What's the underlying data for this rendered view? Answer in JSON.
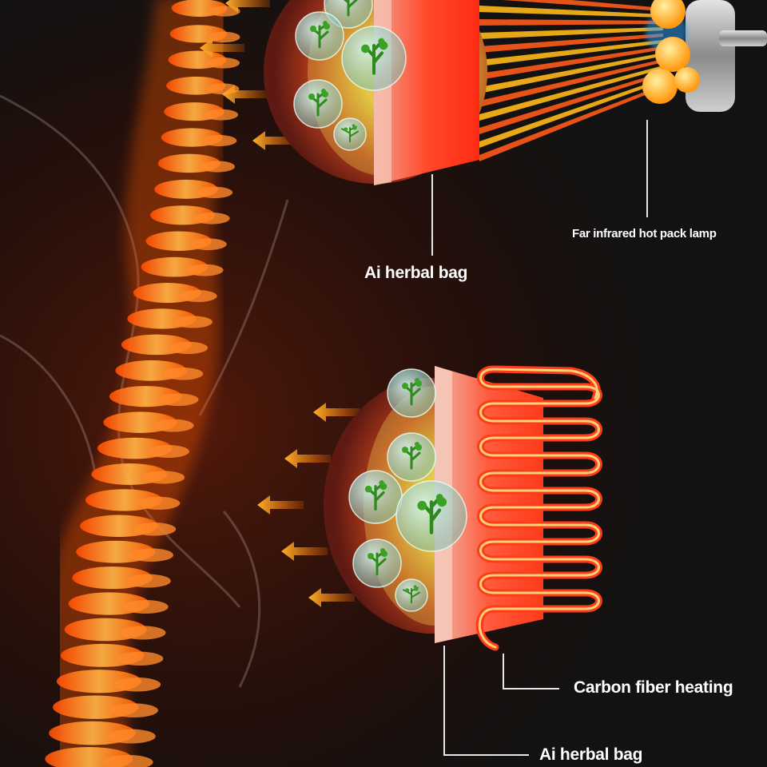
{
  "labels": {
    "lamp": "Far infrared hot pack lamp",
    "herbal_bag_top": "Ai herbal bag",
    "carbon_fiber": "Carbon fiber heating",
    "herbal_bag_bottom": "Ai herbal bag"
  },
  "colors": {
    "background": "#121212",
    "spine_glow": "#ff6a00",
    "heat_red": "#ff3b1a",
    "lamp_yellow": "#ffc21a",
    "herb_green": "#2f8a1e",
    "arrow_orange": "#ff9a1f",
    "label_text": "#ffffff",
    "leader_line": "#e6e6e6"
  },
  "icons": {
    "heat_arrow": "arrow-left-icon",
    "herb_bubble": "herb-leaf-icon",
    "lamp": "infrared-lamp-icon",
    "heating_coil": "carbon-heating-coil-icon"
  }
}
